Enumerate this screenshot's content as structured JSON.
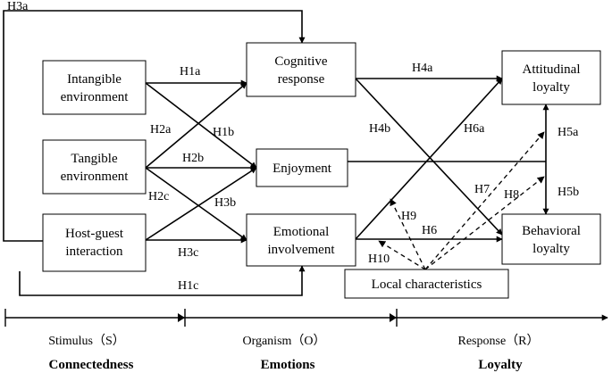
{
  "nodes": {
    "intangible": [
      "Intangible",
      "environment"
    ],
    "tangible": [
      "Tangible",
      "environment"
    ],
    "hostguest": [
      "Host-guest",
      "interaction"
    ],
    "cognitive": [
      "Cognitive",
      "response"
    ],
    "enjoyment": [
      "Enjoyment"
    ],
    "emotional": [
      "Emotional",
      "involvement"
    ],
    "attitudinal": [
      "Attitudinal",
      "loyalty"
    ],
    "behavioral": [
      "Behavioral",
      "loyalty"
    ],
    "local": [
      "Local characteristics"
    ]
  },
  "hypotheses": {
    "h1a": "H1a",
    "h1b": "H1b",
    "h1c": "H1c",
    "h2a": "H2a",
    "h2b": "H2b",
    "h2c": "H2c",
    "h3a": "H3a",
    "h3b": "H3b",
    "h3c": "H3c",
    "h4a": "H4a",
    "h4b": "H4b",
    "h5a": "H5a",
    "h5b": "H5b",
    "h6": "H6",
    "h6a": "H6a",
    "h7": "H7",
    "h8": "H8",
    "h9": "H9",
    "h10": "H10"
  },
  "stages": {
    "stimulus": "Stimulus（S）",
    "organism": "Organism（O）",
    "response": "Response（R）"
  },
  "themes": {
    "connectedness": "Connectedness",
    "emotions": "Emotions",
    "loyalty": "Loyalty"
  }
}
